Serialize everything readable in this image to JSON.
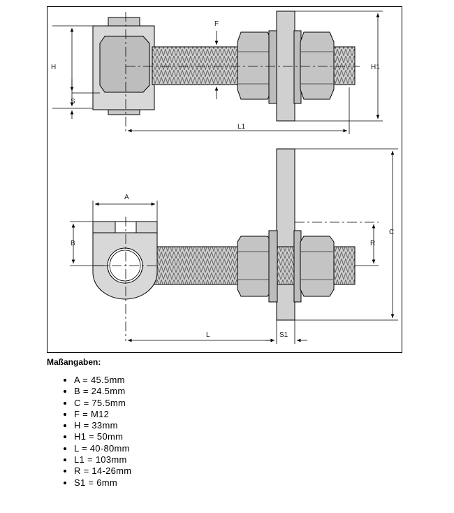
{
  "drawing": {
    "labels": {
      "F": "F",
      "H": "H",
      "S": "S",
      "L1": "L1",
      "H1": "H1",
      "A": "A",
      "B": "B",
      "R": "R",
      "C": "C",
      "L": "L",
      "S1": "S1"
    }
  },
  "specs": {
    "title": "Maßangaben:",
    "items": [
      "A = 45.5mm",
      "B = 24.5mm",
      "C = 75.5mm",
      "F = M12",
      "H = 33mm",
      "H1 = 50mm",
      "L = 40-80mm",
      "L1 = 103mm",
      "R = 14-26mm",
      "S1 = 6mm"
    ]
  }
}
